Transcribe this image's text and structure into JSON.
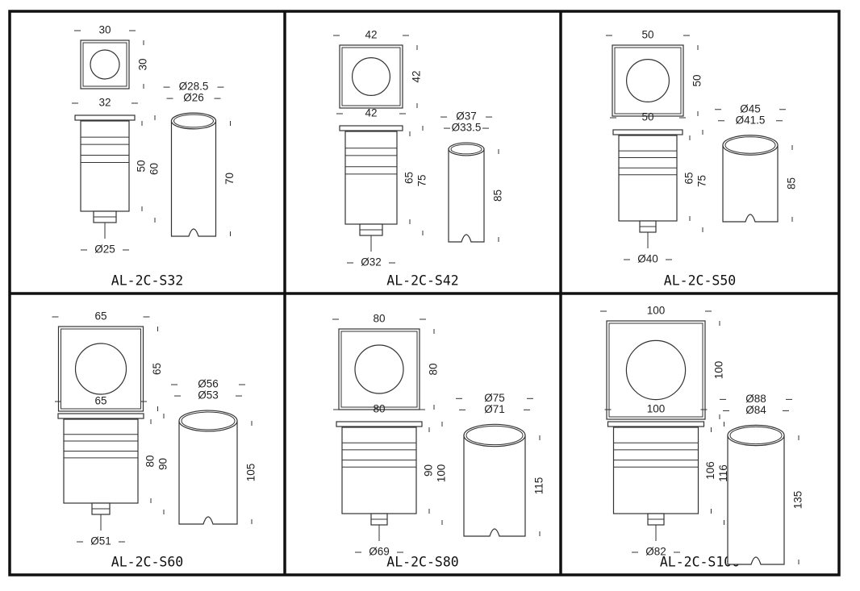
{
  "models": [
    {
      "caption": "AL-2C-S32",
      "cover_width": "30",
      "cover_height": "30",
      "flange_width": "32",
      "body_height": "50",
      "total_height": "60",
      "thread_diameter": "Ø25",
      "sleeve_outer_diameter": "Ø28.5",
      "sleeve_inner_diameter": "Ø26",
      "sleeve_height": "70"
    },
    {
      "caption": "AL-2C-S42",
      "cover_width": "42",
      "cover_height": "42",
      "flange_width": "42",
      "body_height": "65",
      "total_height": "75",
      "thread_diameter": "Ø32",
      "sleeve_outer_diameter": "Ø37",
      "sleeve_inner_diameter": "Ø33.5",
      "sleeve_height": "85"
    },
    {
      "caption": "AL-2C-S50",
      "cover_width": "50",
      "cover_height": "50",
      "flange_width": "50",
      "body_height": "65",
      "total_height": "75",
      "thread_diameter": "Ø40",
      "sleeve_outer_diameter": "Ø45",
      "sleeve_inner_diameter": "Ø41.5",
      "sleeve_height": "85"
    },
    {
      "caption": "AL-2C-S60",
      "cover_width": "65",
      "cover_height": "65",
      "flange_width": "65",
      "body_height": "80",
      "total_height": "90",
      "thread_diameter": "Ø51",
      "sleeve_outer_diameter": "Ø56",
      "sleeve_inner_diameter": "Ø53",
      "sleeve_height": "105"
    },
    {
      "caption": "AL-2C-S80",
      "cover_width": "80",
      "cover_height": "80",
      "flange_width": "80",
      "body_height": "90",
      "total_height": "100",
      "thread_diameter": "Ø69",
      "sleeve_outer_diameter": "Ø75",
      "sleeve_inner_diameter": "Ø71",
      "sleeve_height": "115"
    },
    {
      "caption": "AL-2C-S100",
      "cover_width": "100",
      "cover_height": "100",
      "flange_width": "100",
      "body_height": "106",
      "total_height": "116",
      "thread_diameter": "Ø82",
      "sleeve_outer_diameter": "Ø88",
      "sleeve_inner_diameter": "Ø84",
      "sleeve_height": "135"
    }
  ]
}
